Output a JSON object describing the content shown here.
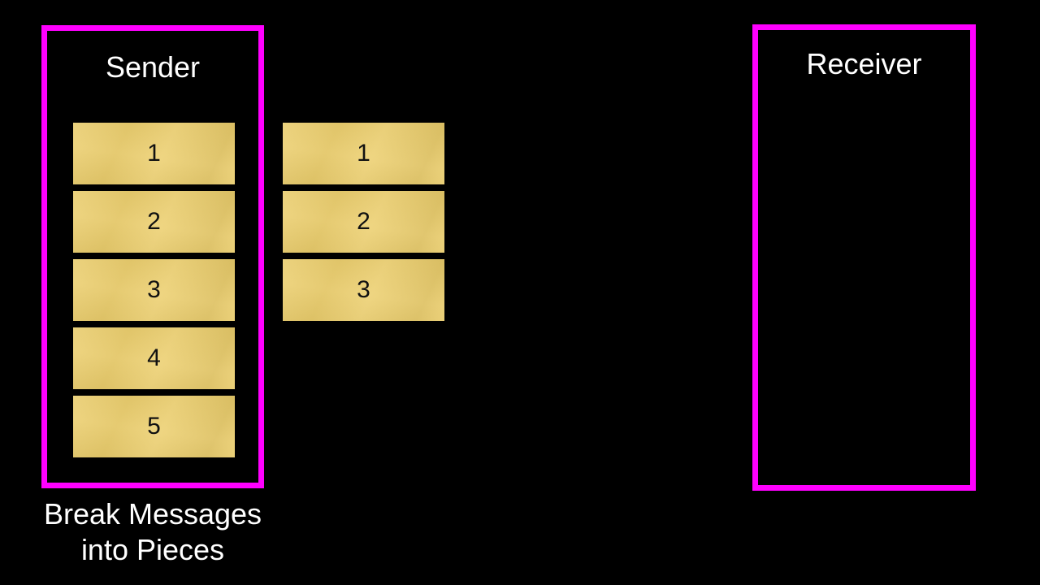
{
  "colors": {
    "background": "#000000",
    "accent": "#FF00FF",
    "piece": "#ECCE6B",
    "piece_text": "#111111",
    "text": "#FFFFFF"
  },
  "sender": {
    "title": "Sender",
    "pieces": [
      "1",
      "2",
      "3",
      "4",
      "5"
    ]
  },
  "transit": {
    "pieces": [
      "1",
      "2",
      "3"
    ]
  },
  "receiver": {
    "title": "Receiver",
    "pieces": []
  },
  "caption": {
    "line1": "Break Messages",
    "line2": "into Pieces"
  }
}
